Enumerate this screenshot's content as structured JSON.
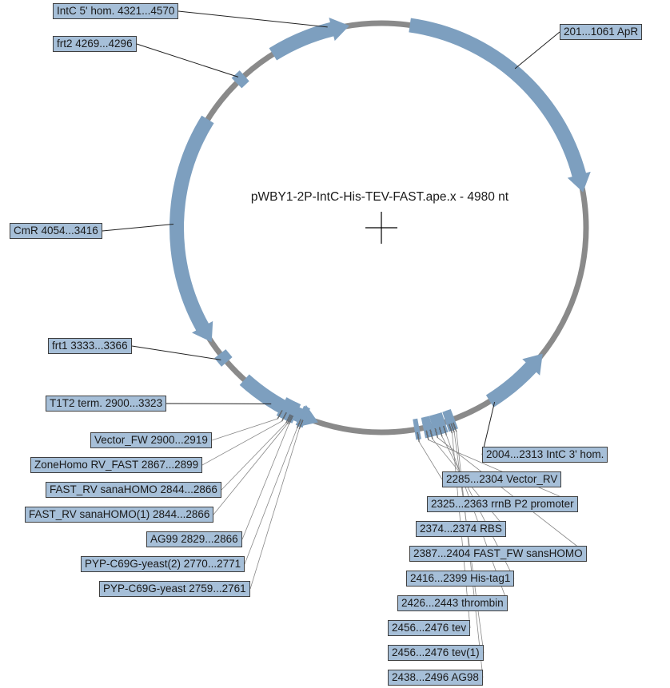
{
  "map": {
    "title": "pWBY1-2P-IntC-His-TEV-FAST.ape.x - 4980 nt",
    "total_length": 4980
  },
  "colors": {
    "feature": "#7d9fbf",
    "backbone": "#8a8a8a",
    "label_fill": "#a6bfd8",
    "label_border": "#3f3f3f"
  },
  "features": [
    {
      "id": "intc5",
      "label": "IntC 5' hom.  4321...4570"
    },
    {
      "id": "apr",
      "label": "201...1061  ApR"
    },
    {
      "id": "frt2",
      "label": "frt2  4269...4296"
    },
    {
      "id": "cmr",
      "label": "CmR  4054...3416"
    },
    {
      "id": "frt1",
      "label": "frt1  3333...3366"
    },
    {
      "id": "t1t2",
      "label": "T1T2 term.  2900...3323"
    },
    {
      "id": "vfw",
      "label": "Vector_FW  2900...2919"
    },
    {
      "id": "zone",
      "label": "ZoneHomo RV_FAST  2867...2899"
    },
    {
      "id": "fastrv",
      "label": "FAST_RV sanaHOMO  2844...2866"
    },
    {
      "id": "fastrv1",
      "label": "FAST_RV sanaHOMO(1)  2844...2866"
    },
    {
      "id": "ag99",
      "label": "AG99  2829...2866"
    },
    {
      "id": "pyp2",
      "label": "PYP-C69G-yeast(2)  2770...2771"
    },
    {
      "id": "pyp",
      "label": "PYP-C69G-yeast  2759...2761"
    },
    {
      "id": "intc3",
      "label": "2004...2313  IntC 3' hom."
    },
    {
      "id": "vrv",
      "label": "2285...2304  Vector_RV"
    },
    {
      "id": "rrnb",
      "label": "2325...2363  rrnB P2 promoter"
    },
    {
      "id": "rbs",
      "label": "2374...2374  RBS"
    },
    {
      "id": "fastfw",
      "label": "2387...2404  FAST_FW sansHOMO"
    },
    {
      "id": "his",
      "label": "2416...2399  His-tag1"
    },
    {
      "id": "thr",
      "label": "2426...2443  thrombin"
    },
    {
      "id": "tev",
      "label": "2456...2476  tev"
    },
    {
      "id": "tev1",
      "label": "2456...2476  tev(1)"
    },
    {
      "id": "ag98",
      "label": "2438...2496  AG98"
    }
  ]
}
